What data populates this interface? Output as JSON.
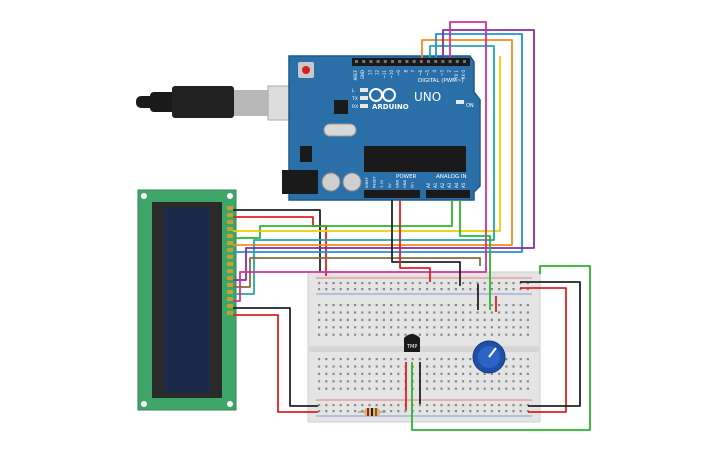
{
  "arduino": {
    "brand": "ARDUINO",
    "model": "UNO",
    "digital_label": "DIGITAL (PWM~)",
    "power_label": "POWER",
    "analog_label": "ANALOG IN",
    "header_pins_top": [
      "AREF",
      "GND",
      "13",
      "12",
      "~11",
      "~10",
      "~9",
      "8",
      "7",
      "~6",
      "~5",
      "4",
      "~3",
      "2",
      "TX 1",
      "RX 0"
    ],
    "power_pins": [
      "IOREF",
      "RESET",
      "3.3V",
      "5V",
      "GND",
      "GND",
      "Vin"
    ],
    "analog_pins": [
      "A0",
      "A1",
      "A2",
      "A3",
      "A4",
      "A5"
    ],
    "leds": [
      "L",
      "TX",
      "RX"
    ],
    "on_label": "ON",
    "colors": {
      "board": "#2a6fa8",
      "board_dark": "#1d5a8c"
    }
  },
  "sensor": {
    "label": "TMP"
  },
  "wire_colors": {
    "red": "#e02020",
    "black": "#222222",
    "green": "#2bb52b",
    "yellow": "#e8d000",
    "orange": "#f08c20",
    "blue": "#2090d8",
    "purple": "#8a2aa8",
    "magenta": "#d0309a",
    "brown": "#8a6a3a",
    "teal": "#20a8a8"
  }
}
